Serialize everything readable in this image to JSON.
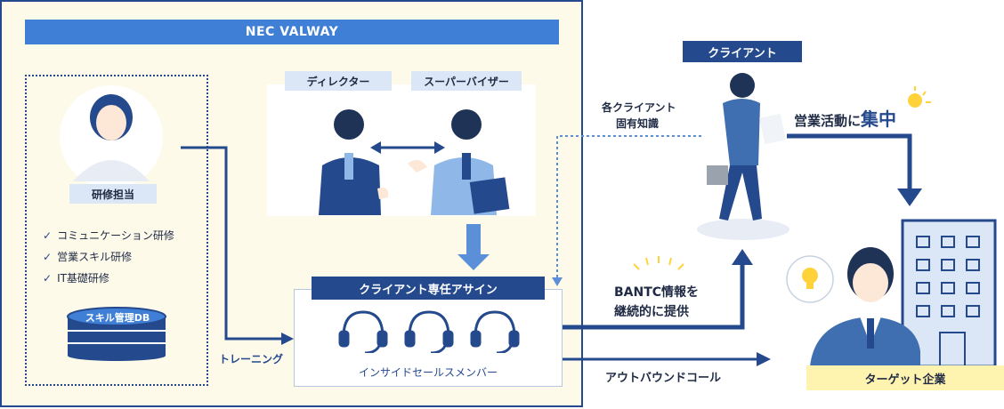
{
  "header": {
    "title": "NEC VALWAY"
  },
  "trainer": {
    "role": "研修担当",
    "trainings": [
      "コミュニケーション研修",
      "営業スキル研修",
      "IT基礎研修"
    ],
    "db_label": "スキル管理DB"
  },
  "team": {
    "director": "ディレクター",
    "supervisor": "スーパーバイザー"
  },
  "assign": {
    "title": "クライアント専任アサイン",
    "members": "インサイドセールスメンバー"
  },
  "flow": {
    "training": "トレーニング",
    "knowledge_line1": "各クライアント",
    "knowledge_line2": "固有知識",
    "bantc_line1": "BANTC情報を",
    "bantc_line2": "継続的に提供",
    "outbound": "アウトバウンドコール"
  },
  "client": {
    "label": "クライアント",
    "focus_prefix": "営業活動に",
    "focus_emph": "集中"
  },
  "target": {
    "label": "ターゲット企業"
  },
  "colors": {
    "navy": "#25498d",
    "blue": "#3f7fd6",
    "panel": "#fdfaea",
    "accent_yellow": "#fff3b0"
  }
}
